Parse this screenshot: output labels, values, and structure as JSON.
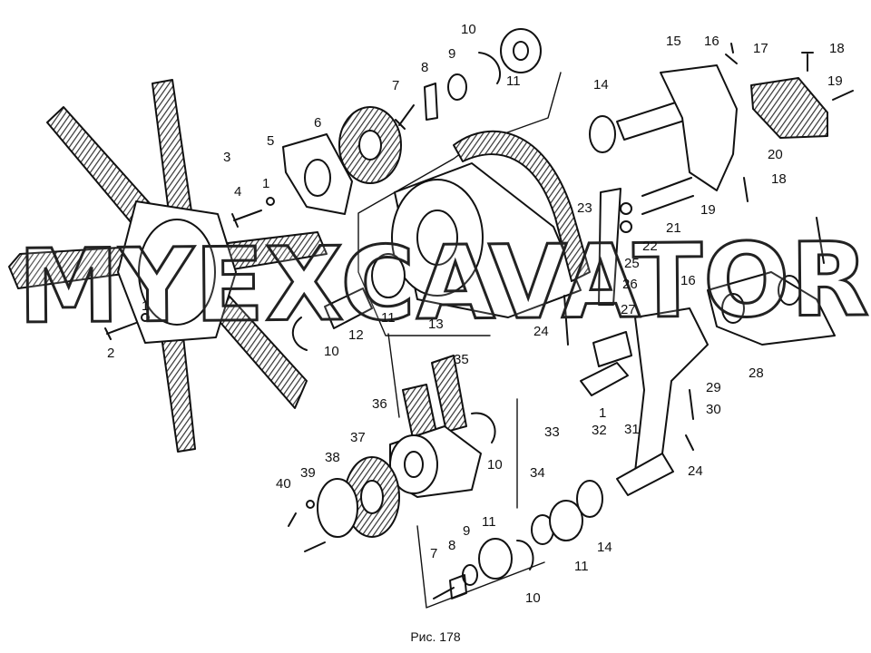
{
  "caption": "Рис. 178",
  "watermark": "MYEXCAVATOR.RU",
  "colors": {
    "ink": "#111111",
    "paper": "#ffffff",
    "hatch": "#333333"
  },
  "callouts": [
    {
      "id": "c1a",
      "text": "1"
    },
    {
      "id": "c1b",
      "text": "1"
    },
    {
      "id": "c1c",
      "text": "1"
    },
    {
      "id": "c2",
      "text": "2"
    },
    {
      "id": "c3",
      "text": "3"
    },
    {
      "id": "c4",
      "text": "4"
    },
    {
      "id": "c5",
      "text": "5"
    },
    {
      "id": "c6",
      "text": "6"
    },
    {
      "id": "c7a",
      "text": "7"
    },
    {
      "id": "c7b",
      "text": "7"
    },
    {
      "id": "c8a",
      "text": "8"
    },
    {
      "id": "c8b",
      "text": "8"
    },
    {
      "id": "c9a",
      "text": "9"
    },
    {
      "id": "c9b",
      "text": "9"
    },
    {
      "id": "c10a",
      "text": "10"
    },
    {
      "id": "c10b",
      "text": "10"
    },
    {
      "id": "c10c",
      "text": "10"
    },
    {
      "id": "c10d",
      "text": "10"
    },
    {
      "id": "c11a",
      "text": "11"
    },
    {
      "id": "c11b",
      "text": "11"
    },
    {
      "id": "c11c",
      "text": "11"
    },
    {
      "id": "c11d",
      "text": "11"
    },
    {
      "id": "c12",
      "text": "12"
    },
    {
      "id": "c13",
      "text": "13"
    },
    {
      "id": "c14a",
      "text": "14"
    },
    {
      "id": "c14b",
      "text": "14"
    },
    {
      "id": "c15",
      "text": "15"
    },
    {
      "id": "c16a",
      "text": "16"
    },
    {
      "id": "c16b",
      "text": "16"
    },
    {
      "id": "c17",
      "text": "17"
    },
    {
      "id": "c18a",
      "text": "18"
    },
    {
      "id": "c18b",
      "text": "18"
    },
    {
      "id": "c19a",
      "text": "19"
    },
    {
      "id": "c19b",
      "text": "19"
    },
    {
      "id": "c20",
      "text": "20"
    },
    {
      "id": "c21",
      "text": "21"
    },
    {
      "id": "c22",
      "text": "22"
    },
    {
      "id": "c23",
      "text": "23"
    },
    {
      "id": "c24a",
      "text": "24"
    },
    {
      "id": "c24b",
      "text": "24"
    },
    {
      "id": "c25",
      "text": "25"
    },
    {
      "id": "c26",
      "text": "26"
    },
    {
      "id": "c27",
      "text": "27"
    },
    {
      "id": "c28",
      "text": "28"
    },
    {
      "id": "c29",
      "text": "29"
    },
    {
      "id": "c30",
      "text": "30"
    },
    {
      "id": "c31",
      "text": "31"
    },
    {
      "id": "c32",
      "text": "32"
    },
    {
      "id": "c33",
      "text": "33"
    },
    {
      "id": "c34",
      "text": "34"
    },
    {
      "id": "c35",
      "text": "35"
    },
    {
      "id": "c36",
      "text": "36"
    },
    {
      "id": "c37",
      "text": "37"
    },
    {
      "id": "c38",
      "text": "38"
    },
    {
      "id": "c39",
      "text": "39"
    },
    {
      "id": "c40",
      "text": "40"
    }
  ]
}
